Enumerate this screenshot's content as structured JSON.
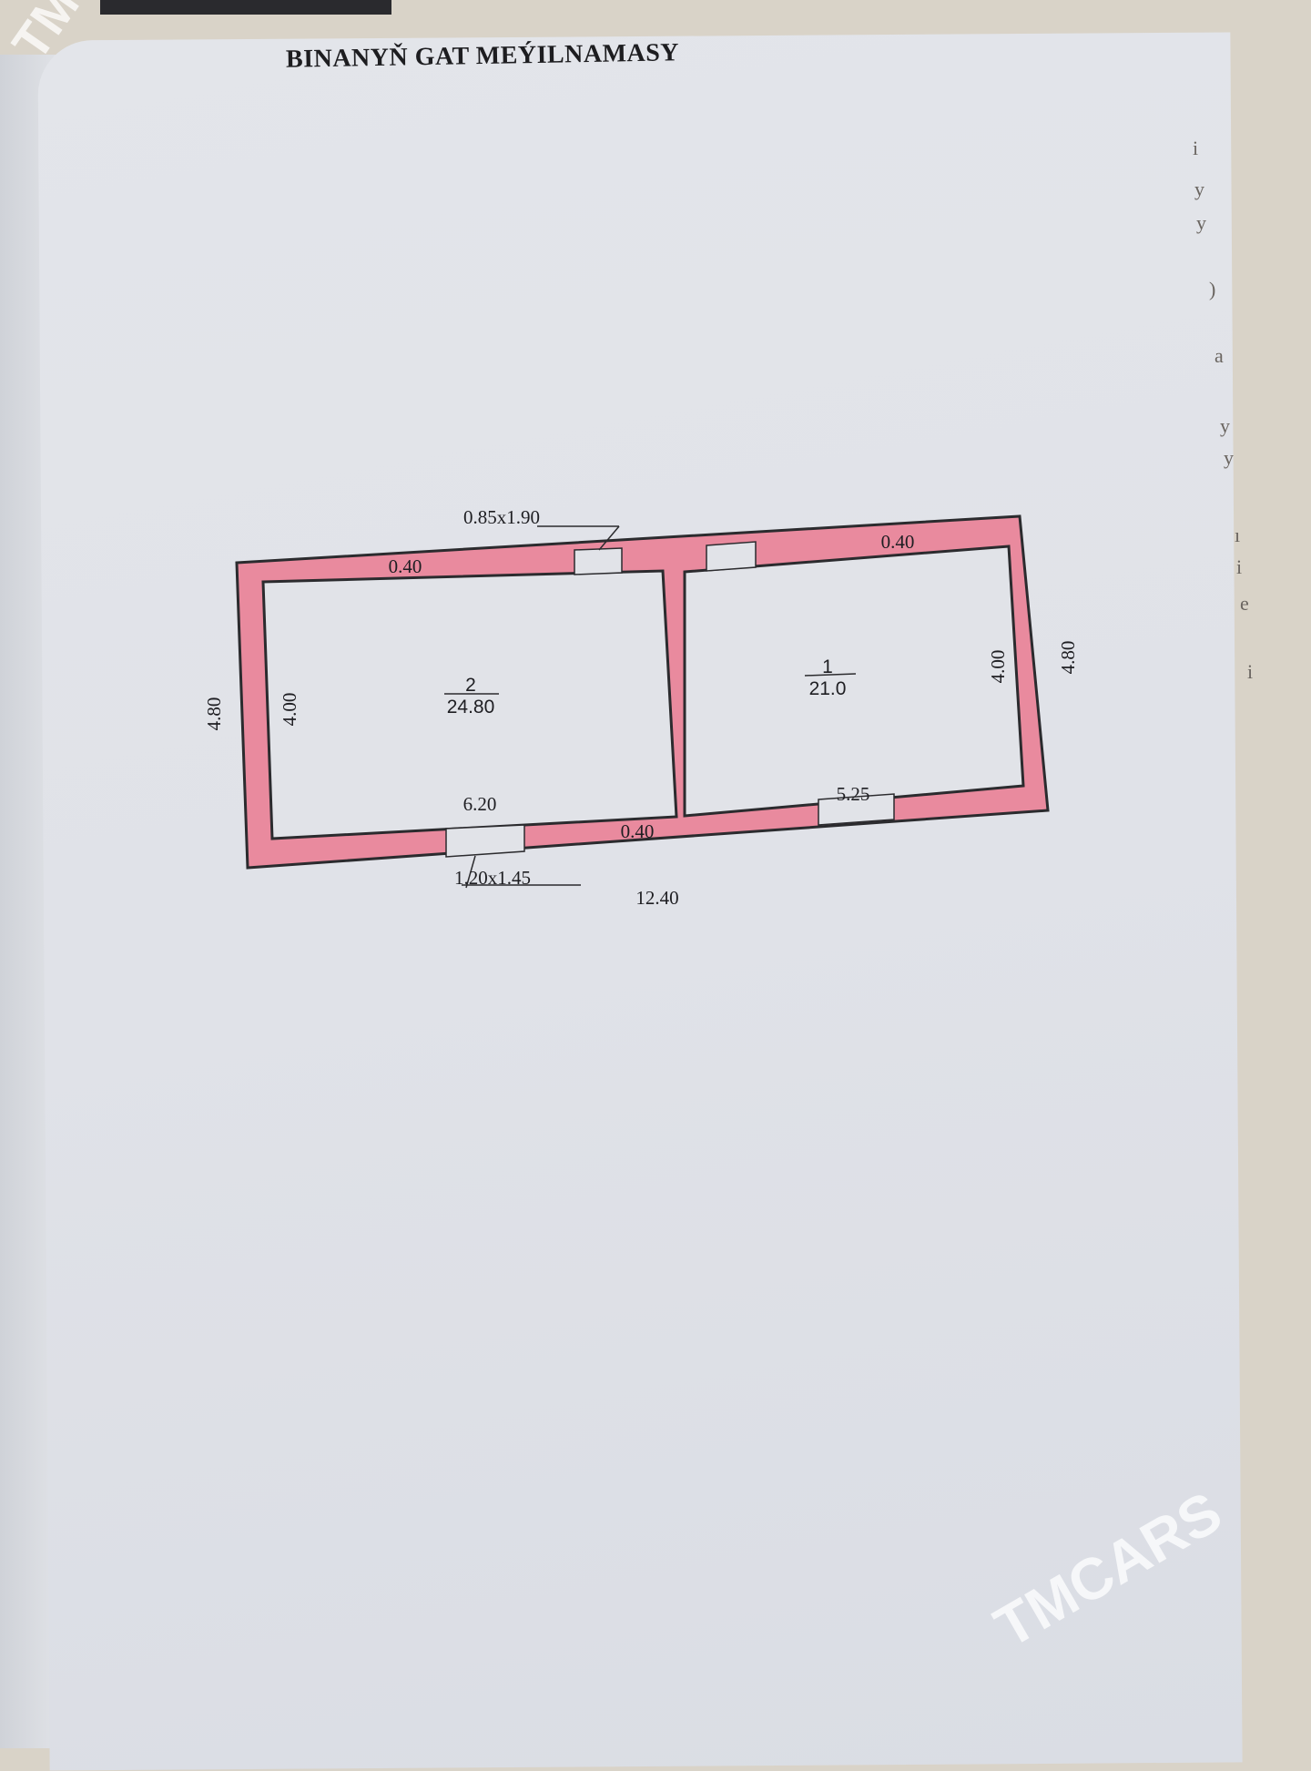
{
  "document": {
    "title": "BINANYŇ GAT MEÝILNAMASY"
  },
  "floor_plan": {
    "rooms": [
      {
        "number": "2",
        "area": "24.80"
      },
      {
        "number": "1",
        "area": "21.0"
      }
    ],
    "dimensions": {
      "door_top": "0.85x1.90",
      "wall_top_left": "0.40",
      "wall_top_right": "0.40",
      "outer_left": "4.80",
      "inner_left": "4.00",
      "inner_right": "4.00",
      "outer_right": "4.80",
      "room2_length": "6.20",
      "wall_bottom": "0.40",
      "room1_length": "5.25",
      "window_bottom": "1.20x1.45",
      "total_length": "12.40"
    },
    "wall_color": "#e98a9e"
  },
  "margin_fragments": [
    "i",
    "y",
    "y",
    ")",
    "a",
    "y",
    "y",
    "ı",
    "i",
    "e",
    "i"
  ],
  "watermark": {
    "main": "TMCARS",
    "corner": "TM"
  }
}
